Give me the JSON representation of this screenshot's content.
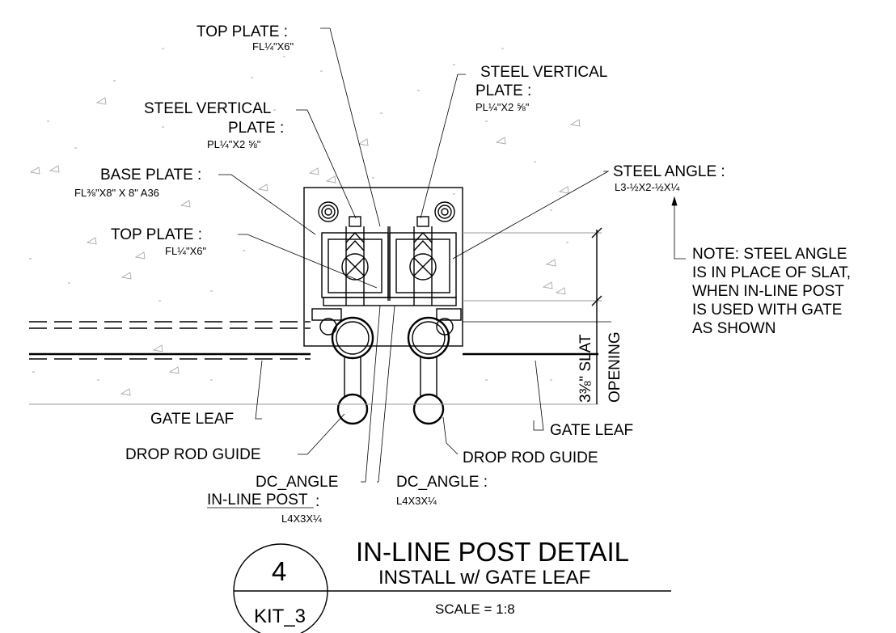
{
  "labels": {
    "top_plate_1": "TOP PLATE :",
    "top_plate_1_spec": "FL¼\"X6\"",
    "steel_vertical_right_1": "STEEL VERTICAL",
    "steel_vertical_right_2": "PLATE :",
    "steel_vertical_right_spec": "PL¼\"X2 ⅝\"",
    "steel_vertical_left_1": "STEEL VERTICAL",
    "steel_vertical_left_2": "PLATE :",
    "steel_vertical_left_spec": "PL¼\"X2 ⅝\"",
    "base_plate": "BASE PLATE :",
    "base_plate_spec": "FL⅜\"X8\" X 8\" A36",
    "steel_angle": "STEEL ANGLE :",
    "steel_angle_spec": "L3-½X2-½X¼",
    "top_plate_2": "TOP PLATE :",
    "top_plate_2_spec": "FL¼\"X6\"",
    "note_lines": [
      "NOTE: STEEL ANGLE",
      "IS IN PLACE OF SLAT,",
      "WHEN IN-LINE POST",
      "IS USED WITH GATE",
      "AS SHOWN"
    ],
    "slat_dim": "3⅜\" SLAT",
    "opening": "OPENING",
    "gate_leaf_left": "GATE LEAF",
    "gate_leaf_right": "GATE LEAF",
    "drop_rod_left": "DROP ROD GUIDE",
    "drop_rod_right": "DROP ROD GUIDE",
    "dc_angle_left": "DC_ANGLE",
    "in_line_post": "IN-LINE POST",
    "in_line_post_colon": ":",
    "in_line_post_spec": "L4X3X¼",
    "dc_angle_right": "DC_ANGLE  :",
    "dc_angle_right_spec": "L4X3X¼"
  },
  "title_block": {
    "detail_number": "4",
    "sheet": "KIT_3",
    "title": "IN-LINE POST DETAIL",
    "subtitle": "INSTALL w/ GATE LEAF",
    "scale": "SCALE =  1:8"
  }
}
